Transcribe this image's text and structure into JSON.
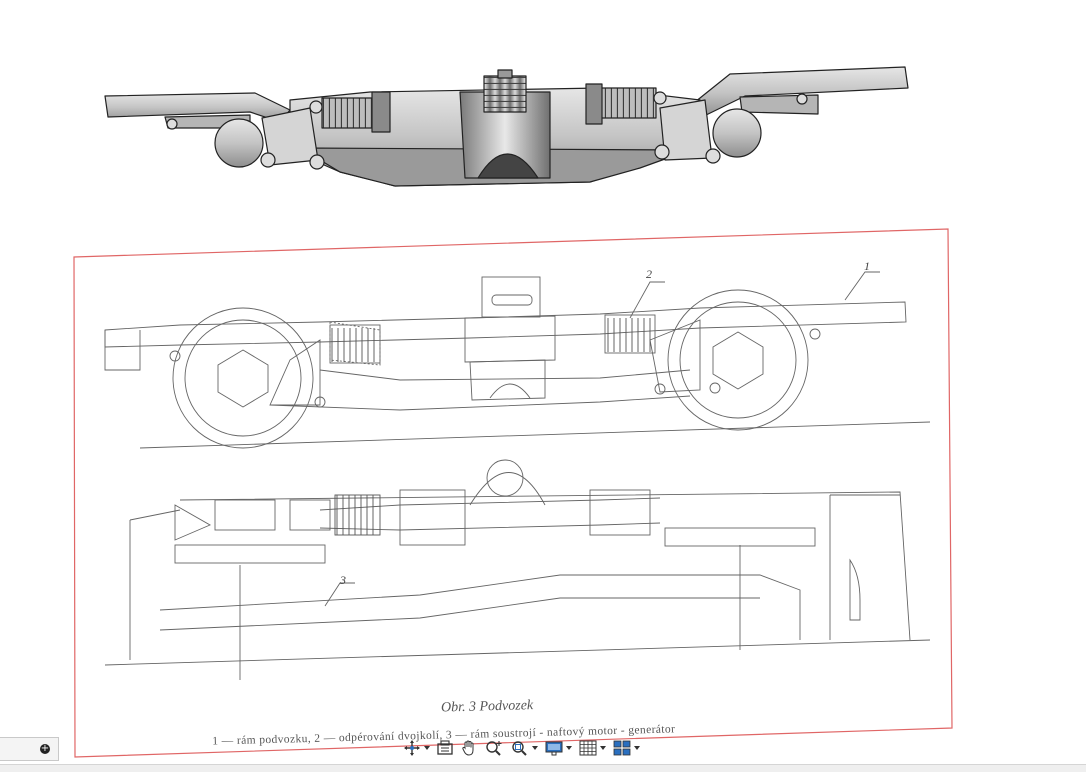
{
  "drawing": {
    "callout_1": "1",
    "callout_2": "2",
    "callout_3": "3",
    "caption_title": "Obr. 3 Podvozek",
    "caption_legend": "1 — rám podvozku, 2 — odpérování dvojkolí, 3 — rám soustrojí - naftový motor - generátor"
  },
  "toolbar": {
    "items": [
      {
        "icon": "pan-axes-icon",
        "has_menu": true
      },
      {
        "icon": "fit-view-icon",
        "has_menu": false
      },
      {
        "icon": "hand-pan-icon",
        "has_menu": false
      },
      {
        "icon": "zoom-in-out-icon",
        "has_menu": false
      },
      {
        "icon": "zoom-window-icon",
        "has_menu": true
      },
      {
        "icon": "display-monitor-icon",
        "has_menu": true
      },
      {
        "icon": "grid-icon",
        "has_menu": true
      },
      {
        "icon": "multi-view-icon",
        "has_menu": true
      }
    ]
  },
  "left_panel": {
    "icon": "add-circle-icon",
    "symbol": "+"
  },
  "colors": {
    "sheet_border": "#e06666",
    "model_body": "#c8c8c8",
    "toolbar_icon": "#333333",
    "accent_blue": "#2a6fbf"
  }
}
